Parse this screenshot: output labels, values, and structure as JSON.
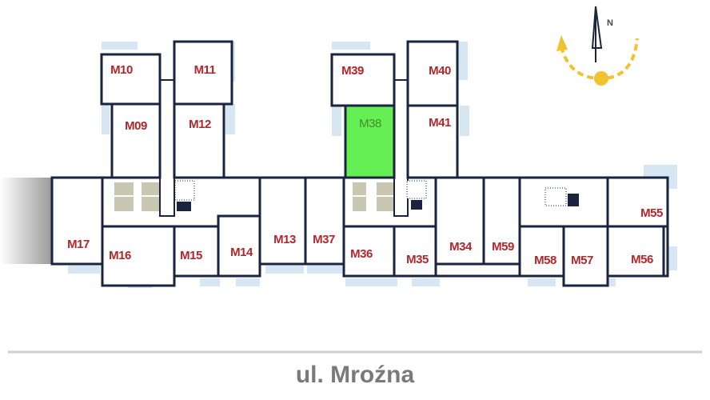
{
  "street_name": "ul. Mroźna",
  "compass": {
    "north_label": "N",
    "sun_color": "#f2c12e"
  },
  "colors": {
    "selected": "#66ee55",
    "label": "#b3262a",
    "wall": "#1a2340"
  },
  "selected_unit": "M38",
  "units": [
    {
      "id": "M10"
    },
    {
      "id": "M11"
    },
    {
      "id": "M09"
    },
    {
      "id": "M12"
    },
    {
      "id": "M17"
    },
    {
      "id": "M16"
    },
    {
      "id": "M15"
    },
    {
      "id": "M14"
    },
    {
      "id": "M13"
    },
    {
      "id": "M37"
    },
    {
      "id": "M39"
    },
    {
      "id": "M40"
    },
    {
      "id": "M38"
    },
    {
      "id": "M41"
    },
    {
      "id": "M36"
    },
    {
      "id": "M35"
    },
    {
      "id": "M34"
    },
    {
      "id": "M59"
    },
    {
      "id": "M58"
    },
    {
      "id": "M57"
    },
    {
      "id": "M56"
    },
    {
      "id": "M55"
    }
  ]
}
